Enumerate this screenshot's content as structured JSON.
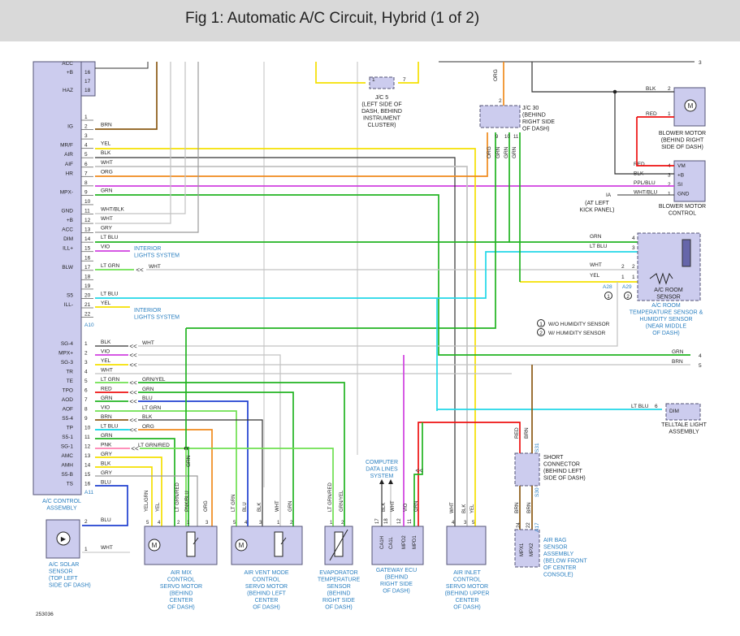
{
  "title": "Fig 1: Automatic A/C Circuit, Hybrid (1 of 2)",
  "figure_id": "253036",
  "colors": {
    "box_fill": "#ccccee",
    "box_stroke": "#555577",
    "label_blue": "#2a7fc0",
    "BRN": "#8b5a14",
    "YEL": "#f5e000",
    "BLK": "#333333",
    "WHT": "#c2c2c2",
    "ORG": "#f08a1c",
    "GRN": "#22b422",
    "LT GRN": "#6ee050",
    "GRY": "#9a9a9a",
    "LT BLU": "#22d8e8",
    "VIO": "#d040e0",
    "RED": "#ee1010",
    "BLU": "#2040d0",
    "PNK": "#ff80b0"
  },
  "icons": [
    "motor-icon",
    "photo-sensor-icon",
    "thermistor-icon",
    "potentiometer-icon",
    "arrow-up-icon"
  ],
  "ac_control": {
    "label": [
      "A/C CONTROL",
      "ASSEMBLY"
    ],
    "connectors": [
      "A10",
      "A11"
    ],
    "top_pins": [
      {
        "pin": "",
        "name": "ACC",
        "wire": ""
      },
      {
        "pin": "16",
        "name": "+B",
        "wire": ""
      },
      {
        "pin": "17",
        "name": "",
        "wire": ""
      },
      {
        "pin": "18",
        "name": "HAZ",
        "wire": ""
      }
    ],
    "a10_pins": [
      {
        "pin": "1",
        "name": "",
        "wire": ""
      },
      {
        "pin": "2",
        "name": "IG",
        "wire": "BRN"
      },
      {
        "pin": "3",
        "name": "",
        "wire": ""
      },
      {
        "pin": "4",
        "name": "MR/F",
        "wire": "YEL"
      },
      {
        "pin": "5",
        "name": "AIR",
        "wire": "BLK"
      },
      {
        "pin": "6",
        "name": "AIF",
        "wire": "WHT"
      },
      {
        "pin": "7",
        "name": "HR",
        "wire": "ORG"
      },
      {
        "pin": "8",
        "name": "",
        "wire": ""
      },
      {
        "pin": "9",
        "name": "MPX-",
        "wire": "GRN"
      },
      {
        "pin": "10",
        "name": "",
        "wire": ""
      },
      {
        "pin": "11",
        "name": "GND",
        "wire": "WHT/BLK"
      },
      {
        "pin": "12",
        "name": "+B",
        "wire": "WHT"
      },
      {
        "pin": "13",
        "name": "ACC",
        "wire": "GRY"
      },
      {
        "pin": "14",
        "name": "DIM",
        "wire": "LT BLU"
      },
      {
        "pin": "15",
        "name": "ILL+",
        "wire": "VIO"
      },
      {
        "pin": "16",
        "name": "",
        "wire": ""
      },
      {
        "pin": "17",
        "name": "BLW",
        "wire": "LT GRN"
      },
      {
        "pin": "18",
        "name": "",
        "wire": ""
      },
      {
        "pin": "19",
        "name": "",
        "wire": ""
      },
      {
        "pin": "20",
        "name": "S5",
        "wire": "LT BLU"
      },
      {
        "pin": "21",
        "name": "ILL-",
        "wire": "YEL"
      },
      {
        "pin": "22",
        "name": "",
        "wire": ""
      }
    ],
    "a11_pins": [
      {
        "pin": "1",
        "name": "SG-4",
        "wire": "BLK"
      },
      {
        "pin": "2",
        "name": "MPX+",
        "wire": "VIO"
      },
      {
        "pin": "3",
        "name": "SG-3",
        "wire": "YEL"
      },
      {
        "pin": "4",
        "name": "TR",
        "wire": "WHT"
      },
      {
        "pin": "5",
        "name": "TE",
        "wire": "LT GRN"
      },
      {
        "pin": "6",
        "name": "TPO",
        "wire": "RED"
      },
      {
        "pin": "7",
        "name": "AOD",
        "wire": "GRN"
      },
      {
        "pin": "8",
        "name": "AOF",
        "wire": "VIO"
      },
      {
        "pin": "9",
        "name": "S5-4",
        "wire": "BRN"
      },
      {
        "pin": "10",
        "name": "TP",
        "wire": "LT BLU"
      },
      {
        "pin": "11",
        "name": "S5-1",
        "wire": "GRN"
      },
      {
        "pin": "12",
        "name": "SG-1",
        "wire": "PNK"
      },
      {
        "pin": "13",
        "name": "AMC",
        "wire": "GRY"
      },
      {
        "pin": "14",
        "name": "AMH",
        "wire": "BLK"
      },
      {
        "pin": "15",
        "name": "S5-B",
        "wire": "GRY"
      },
      {
        "pin": "16",
        "name": "TS",
        "wire": "BLU"
      }
    ]
  },
  "mid_wire_labels": [
    "WHT",
    "WHT",
    "GRN/YEL",
    "GRN",
    "BLU",
    "LT GRN",
    "BLK",
    "ORG",
    "LT GRN/RED"
  ],
  "interior_lights_1": [
    "INTERIOR",
    "LIGHTS SYSTEM"
  ],
  "interior_lights_2": [
    "INTERIOR",
    "LIGHTS SYSTEM"
  ],
  "jc5": {
    "label": [
      "J/C 5",
      "(LEFT SIDE OF",
      "DASH, BEHIND",
      "INSTRUMENT",
      "CLUSTER)"
    ],
    "pins": [
      "1",
      "7"
    ]
  },
  "jc30": {
    "label": [
      "J/C 30",
      "(BEHIND",
      "RIGHT SIDE",
      "OF DASH)"
    ],
    "pins": [
      "2",
      "9",
      "10",
      "11"
    ],
    "wires": [
      "ORG",
      "ORG",
      "GRN",
      "GRN",
      "GRN"
    ]
  },
  "blower_motor": {
    "label": [
      "BLOWER MOTOR",
      "(BEHIND RIGHT",
      "SIDE OF DASH)"
    ],
    "pins": [
      "2",
      "1"
    ],
    "wires": [
      "BLK",
      "RED"
    ]
  },
  "blower_control": {
    "label": [
      "BLOWER MOTOR",
      "CONTROL"
    ],
    "pins": [
      {
        "pin": "4",
        "name": "VM",
        "wire": "RED"
      },
      {
        "pin": "3",
        "name": "+B",
        "wire": "BLK"
      },
      {
        "pin": "2",
        "name": "SI",
        "wire": "PPL/BLU"
      },
      {
        "pin": "1",
        "name": "GND",
        "wire": "WHT/BLU"
      }
    ]
  },
  "ground_ia": {
    "label": "IA",
    "location": [
      "(AT LEFT",
      "KICK PANEL)"
    ]
  },
  "right_edge_pins": [
    "3",
    "4",
    "5"
  ],
  "room_sensor": {
    "label": [
      "A/C ROOM",
      "SENSOR"
    ],
    "connectors": [
      "A28",
      "A29"
    ],
    "circled": [
      "1",
      "2"
    ],
    "pins": [
      {
        "pin": "4",
        "wire": "GRN"
      },
      {
        "pin": "3",
        "wire": "LT BLU"
      },
      {
        "pin": "2",
        "wire": "WHT"
      },
      {
        "pin": "1",
        "wire": "YEL"
      }
    ],
    "other_pins": [
      "1",
      "2"
    ],
    "desc": [
      "A/C ROOM",
      "TEMPERATURE SENSOR &",
      "HUMIDITY SENSOR",
      "(NEAR MIDDLE",
      "OF DASH)"
    ]
  },
  "legend": [
    {
      "num": "1",
      "text": "W/O HUMIDITY SENSOR"
    },
    {
      "num": "2",
      "text": "W/ HUMIDITY SENSOR"
    }
  ],
  "right_wire_labels": [
    "GRN",
    "BRN"
  ],
  "telltale": {
    "label": [
      "TELLTALE LIGHT",
      "ASSEMBLY"
    ],
    "pin": "6",
    "wire": "LT BLU",
    "name": "DIM"
  },
  "short_connector": {
    "label": [
      "SHORT",
      "CONNECTOR",
      "(BEHIND LEFT",
      "SIDE OF DASH)"
    ],
    "connectors": [
      "S31",
      "S30"
    ],
    "pins": [
      "1",
      "2",
      "3",
      "4"
    ],
    "wires": [
      "RED",
      "BRN"
    ]
  },
  "airbag": {
    "label": [
      "AIR BAG",
      "SENSOR",
      "ASSEMBLY",
      "(BELOW FRONT",
      "OF CENTER",
      "CONSOLE)"
    ],
    "connector": "A17",
    "pins": [
      "24",
      "22"
    ],
    "names": [
      "MPX1",
      "MPX2"
    ],
    "wires": [
      "BRN",
      "BRN"
    ]
  },
  "solar": {
    "label": [
      "A/C SOLAR",
      "SENSOR",
      "(TOP LEFT",
      "SIDE OF DASH)"
    ],
    "pins": [
      "2",
      "1"
    ],
    "wires": [
      "BLU",
      "WHT"
    ]
  },
  "air_mix": {
    "label": [
      "AIR MIX",
      "CONTROL",
      "SERVO MOTOR",
      "(BEHIND",
      "CENTER",
      "OF DASH)"
    ],
    "pins": [
      "5",
      "4",
      "2",
      "1",
      "3"
    ],
    "wires": [
      "YEL/GRN",
      "YEL",
      "LT GRN/RED",
      "PNK/BLU",
      "ORG"
    ],
    "extra_wire": "GRN"
  },
  "air_vent": {
    "label": [
      "AIR VENT MODE",
      "CONTROL",
      "SERVO MOTOR",
      "(BEHIND LEFT",
      "CENTER",
      "OF DASH)"
    ],
    "pins": [
      "5",
      "4",
      "3",
      "1",
      "2"
    ],
    "wires": [
      "LT GRN",
      "BLU",
      "BLK",
      "WHT",
      "GRN"
    ]
  },
  "evaporator": {
    "label": [
      "EVAPORATOR",
      "TEMPERATURE",
      "SENSOR",
      "(BEHIND",
      "RIGHT SIDE",
      "OF DASH)"
    ],
    "pins": [
      "1",
      "2"
    ],
    "wires": [
      "LT GRN/RED",
      "GRN/YEL"
    ]
  },
  "computer_lines": {
    "label": [
      "COMPUTER",
      "DATA LINES",
      "SYSTEM"
    ]
  },
  "gateway": {
    "label": [
      "GATEWAY ECU",
      "(BEHIND",
      "RIGHT SIDE",
      "OF DASH)"
    ],
    "pins": [
      "17",
      "18",
      "12",
      "11"
    ],
    "names": [
      "CA1H",
      "CA1L",
      "MPD2",
      "MPD1"
    ],
    "wires": [
      "BLK",
      "WHT",
      "VIO",
      "GRN"
    ]
  },
  "air_inlet": {
    "label": [
      "AIR INLET",
      "CONTROL",
      "SERVO MOTOR",
      "(BEHIND UPPER",
      "CENTER",
      "OF DASH)"
    ],
    "pins": [
      "4",
      "3",
      "5"
    ],
    "wires": [
      "WHT",
      "BLK",
      "YEL"
    ]
  }
}
